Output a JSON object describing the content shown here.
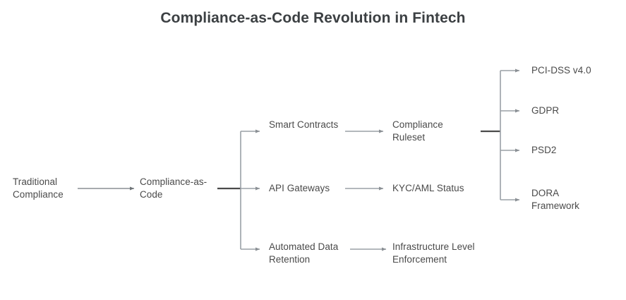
{
  "title": "Compliance-as-Code Revolution in Fintech",
  "colors": {
    "title_text": "#3c4043",
    "node_text": "#4a4a4a",
    "arrow_light": "#9aa0a6",
    "arrow_mid": "#8a8f94",
    "arrow_dark": "#4a4a4a",
    "background": "#ffffff"
  },
  "nodes": {
    "root": "Traditional Compliance",
    "stage2": "Compliance-as-Code",
    "branch1": "Smart Contracts",
    "branch2": "API Gateways",
    "branch3": "Automated Data Retention",
    "outcome1": "Compliance Ruleset",
    "outcome2": "KYC/AML Status",
    "outcome3": "Infrastructure Level Enforcement",
    "standard1": "PCI-DSS v4.0",
    "standard2": "GDPR",
    "standard3": "PSD2",
    "standard4": "DORA Framework"
  },
  "edges": [
    {
      "from": "root",
      "to": "stage2"
    },
    {
      "from": "stage2",
      "to": "branch1"
    },
    {
      "from": "stage2",
      "to": "branch2"
    },
    {
      "from": "stage2",
      "to": "branch3"
    },
    {
      "from": "branch1",
      "to": "outcome1"
    },
    {
      "from": "branch2",
      "to": "outcome2"
    },
    {
      "from": "branch3",
      "to": "outcome3"
    },
    {
      "from": "outcome1",
      "to": "standard1"
    },
    {
      "from": "outcome1",
      "to": "standard2"
    },
    {
      "from": "outcome1",
      "to": "standard3"
    },
    {
      "from": "outcome1",
      "to": "standard4"
    }
  ]
}
